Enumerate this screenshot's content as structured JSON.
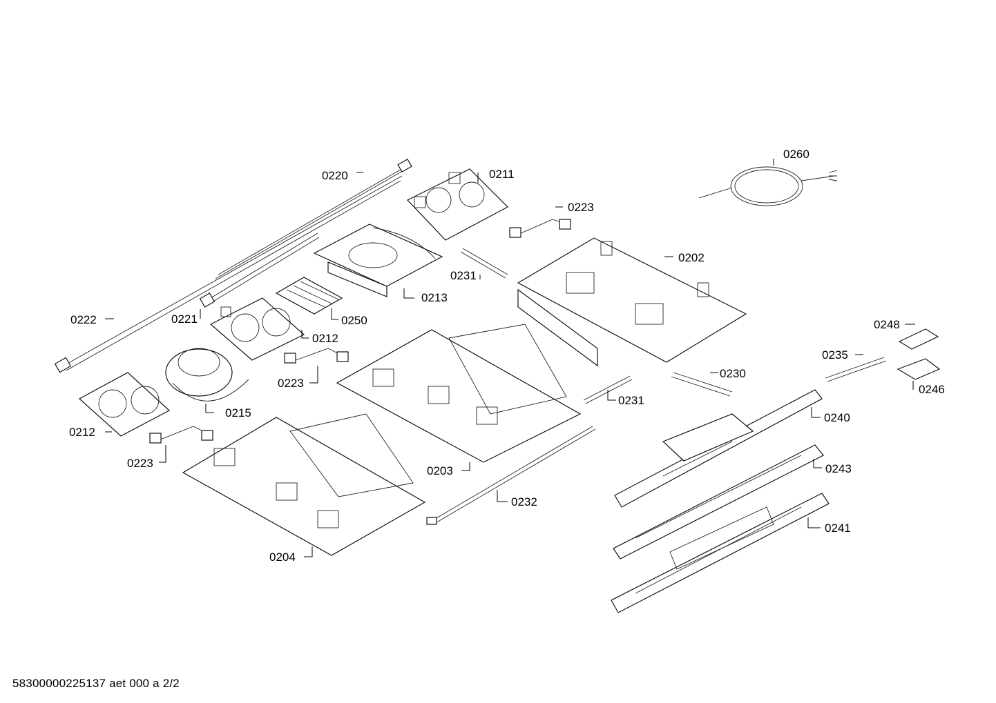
{
  "footer": {
    "document_id": "58300000225137 aet 000 a 2/2"
  },
  "callouts": [
    {
      "id": "0260",
      "label": "0260"
    },
    {
      "id": "0220",
      "label": "0220"
    },
    {
      "id": "0211",
      "label": "0211"
    },
    {
      "id": "0223a",
      "label": "0223"
    },
    {
      "id": "0202",
      "label": "0202"
    },
    {
      "id": "0231a",
      "label": "0231"
    },
    {
      "id": "0213",
      "label": "0213"
    },
    {
      "id": "0222",
      "label": "0222"
    },
    {
      "id": "0221",
      "label": "0221"
    },
    {
      "id": "0250",
      "label": "0250"
    },
    {
      "id": "0212a",
      "label": "0212"
    },
    {
      "id": "0248",
      "label": "0248"
    },
    {
      "id": "0235",
      "label": "0235"
    },
    {
      "id": "0223b",
      "label": "0223"
    },
    {
      "id": "0230",
      "label": "0230"
    },
    {
      "id": "0246",
      "label": "0246"
    },
    {
      "id": "0215",
      "label": "0215"
    },
    {
      "id": "0231b",
      "label": "0231"
    },
    {
      "id": "0240",
      "label": "0240"
    },
    {
      "id": "0212b",
      "label": "0212"
    },
    {
      "id": "0223c",
      "label": "0223"
    },
    {
      "id": "0243",
      "label": "0243"
    },
    {
      "id": "0203",
      "label": "0203"
    },
    {
      "id": "0232",
      "label": "0232"
    },
    {
      "id": "0241",
      "label": "0241"
    },
    {
      "id": "0204",
      "label": "0204"
    }
  ]
}
